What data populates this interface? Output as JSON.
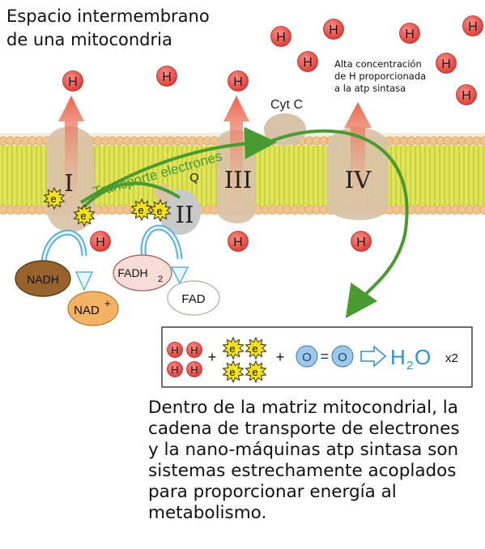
{
  "title_lines": [
    "Espacio intermembrano",
    "de una mitocondria"
  ],
  "annotation_lines": [
    "Alta concentración",
    "de H proporcionada",
    "a la atp sintasa"
  ],
  "proton_label": "H",
  "electron_label": "e",
  "electron_sup": "-",
  "complex_labels": {
    "c1": "I",
    "c2": "II",
    "c3": "III",
    "c4": "IV",
    "q": "Q",
    "cytc": "Cyt C"
  },
  "transport_label": "Transporte electrones",
  "molecules": {
    "nadh": "NADH",
    "nad": "NAD",
    "nad_sup": "+",
    "fadh2": "FADH",
    "fadh2_sub": "2",
    "fad": "FAD"
  },
  "reaction": {
    "plus": "+",
    "oxygen": "O",
    "bond": "=",
    "water_h": "H",
    "water_sub": "2",
    "water_o": "O",
    "multiplier": "x2"
  },
  "caption_lines": [
    "Dentro de la matriz mitocondrial, la",
    "cadena de transporte de electrones",
    "y la nano-máquinas atp sintasa son",
    "sistemas estrechamente acoplados",
    "para proporcionar energía al",
    "metabolismo."
  ],
  "colors": {
    "proton_fill": "#e8463e",
    "membrane_yellow": "#d8df4a",
    "protein": "#d7c2a6",
    "arrow_green": "#4a9a32",
    "nadh_fill": "#98642a",
    "nad_fill": "#f4b266",
    "fadh_fill": "#f8dcd8",
    "oxygen_fill": "#9ec8ea",
    "water_text": "#2f8fd8"
  }
}
